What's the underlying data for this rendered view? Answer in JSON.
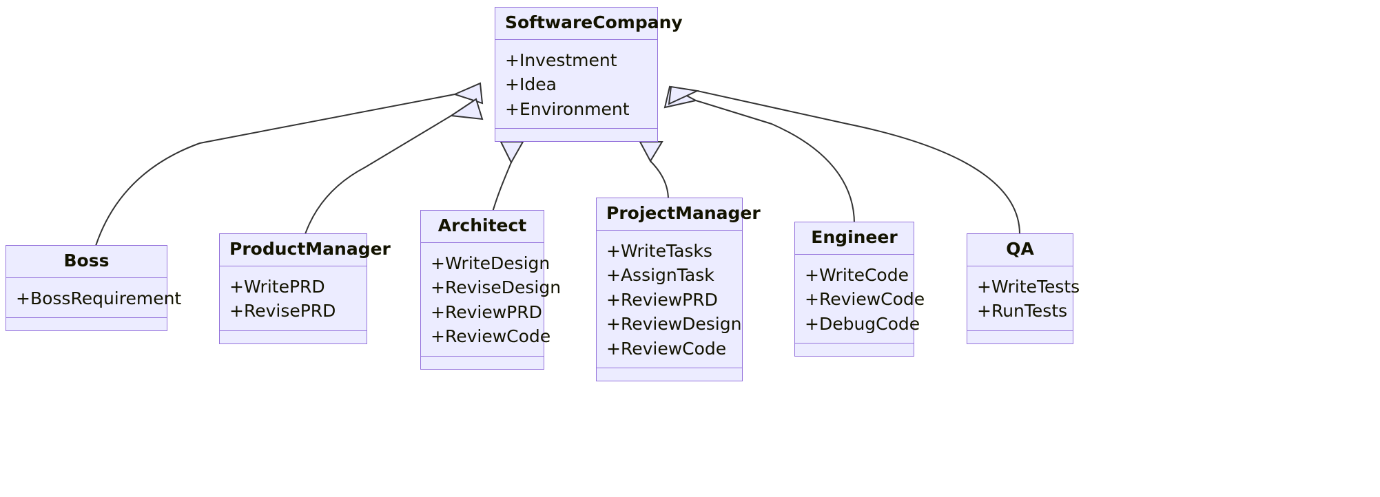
{
  "diagram": {
    "type": "uml-class-diagram",
    "relationship": "inheritance",
    "colors": {
      "node_fill": "#ECECFF",
      "node_border": "#9370DB",
      "text": "#131300",
      "edge": "#333333",
      "background": "#FFFFFF"
    }
  },
  "classes": [
    {
      "id": "software-company",
      "name": "SoftwareCompany",
      "members": [
        "+Investment",
        "+Idea",
        "+Environment"
      ],
      "methods": []
    },
    {
      "id": "boss",
      "name": "Boss",
      "members": [
        "+BossRequirement"
      ],
      "methods": []
    },
    {
      "id": "product-manager",
      "name": "ProductManager",
      "members": [
        "+WritePRD",
        "+RevisePRD"
      ],
      "methods": []
    },
    {
      "id": "architect",
      "name": "Architect",
      "members": [
        "+WriteDesign",
        "+ReviseDesign",
        "+ReviewPRD",
        "+ReviewCode"
      ],
      "methods": []
    },
    {
      "id": "project-manager",
      "name": "ProjectManager",
      "members": [
        "+WriteTasks",
        "+AssignTask",
        "+ReviewPRD",
        "+ReviewDesign",
        "+ReviewCode"
      ],
      "methods": []
    },
    {
      "id": "engineer",
      "name": "Engineer",
      "members": [
        "+WriteCode",
        "+ReviewCode",
        "+DebugCode"
      ],
      "methods": []
    },
    {
      "id": "qa",
      "name": "QA",
      "members": [
        "+WriteTests",
        "+RunTests"
      ],
      "methods": []
    }
  ],
  "edges": [
    {
      "from": "boss",
      "to": "software-company",
      "kind": "inheritance"
    },
    {
      "from": "product-manager",
      "to": "software-company",
      "kind": "inheritance"
    },
    {
      "from": "architect",
      "to": "software-company",
      "kind": "inheritance"
    },
    {
      "from": "project-manager",
      "to": "software-company",
      "kind": "inheritance"
    },
    {
      "from": "engineer",
      "to": "software-company",
      "kind": "inheritance"
    },
    {
      "from": "qa",
      "to": "software-company",
      "kind": "inheritance"
    }
  ]
}
